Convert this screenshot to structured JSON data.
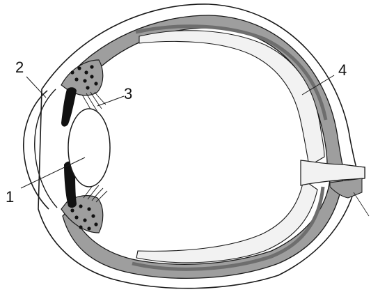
{
  "diagram": {
    "labels": {
      "l1": "1",
      "l2": "2",
      "l3": "3",
      "l4": "4"
    },
    "colors": {
      "outline": "#1a1a1a",
      "background": "#ffffff",
      "gray_layer": "#9e9e9e",
      "dark_band": "#6e6e6e",
      "iris": "#111111",
      "dots": "#111111",
      "pale_layer": "#f2f2f2"
    }
  }
}
